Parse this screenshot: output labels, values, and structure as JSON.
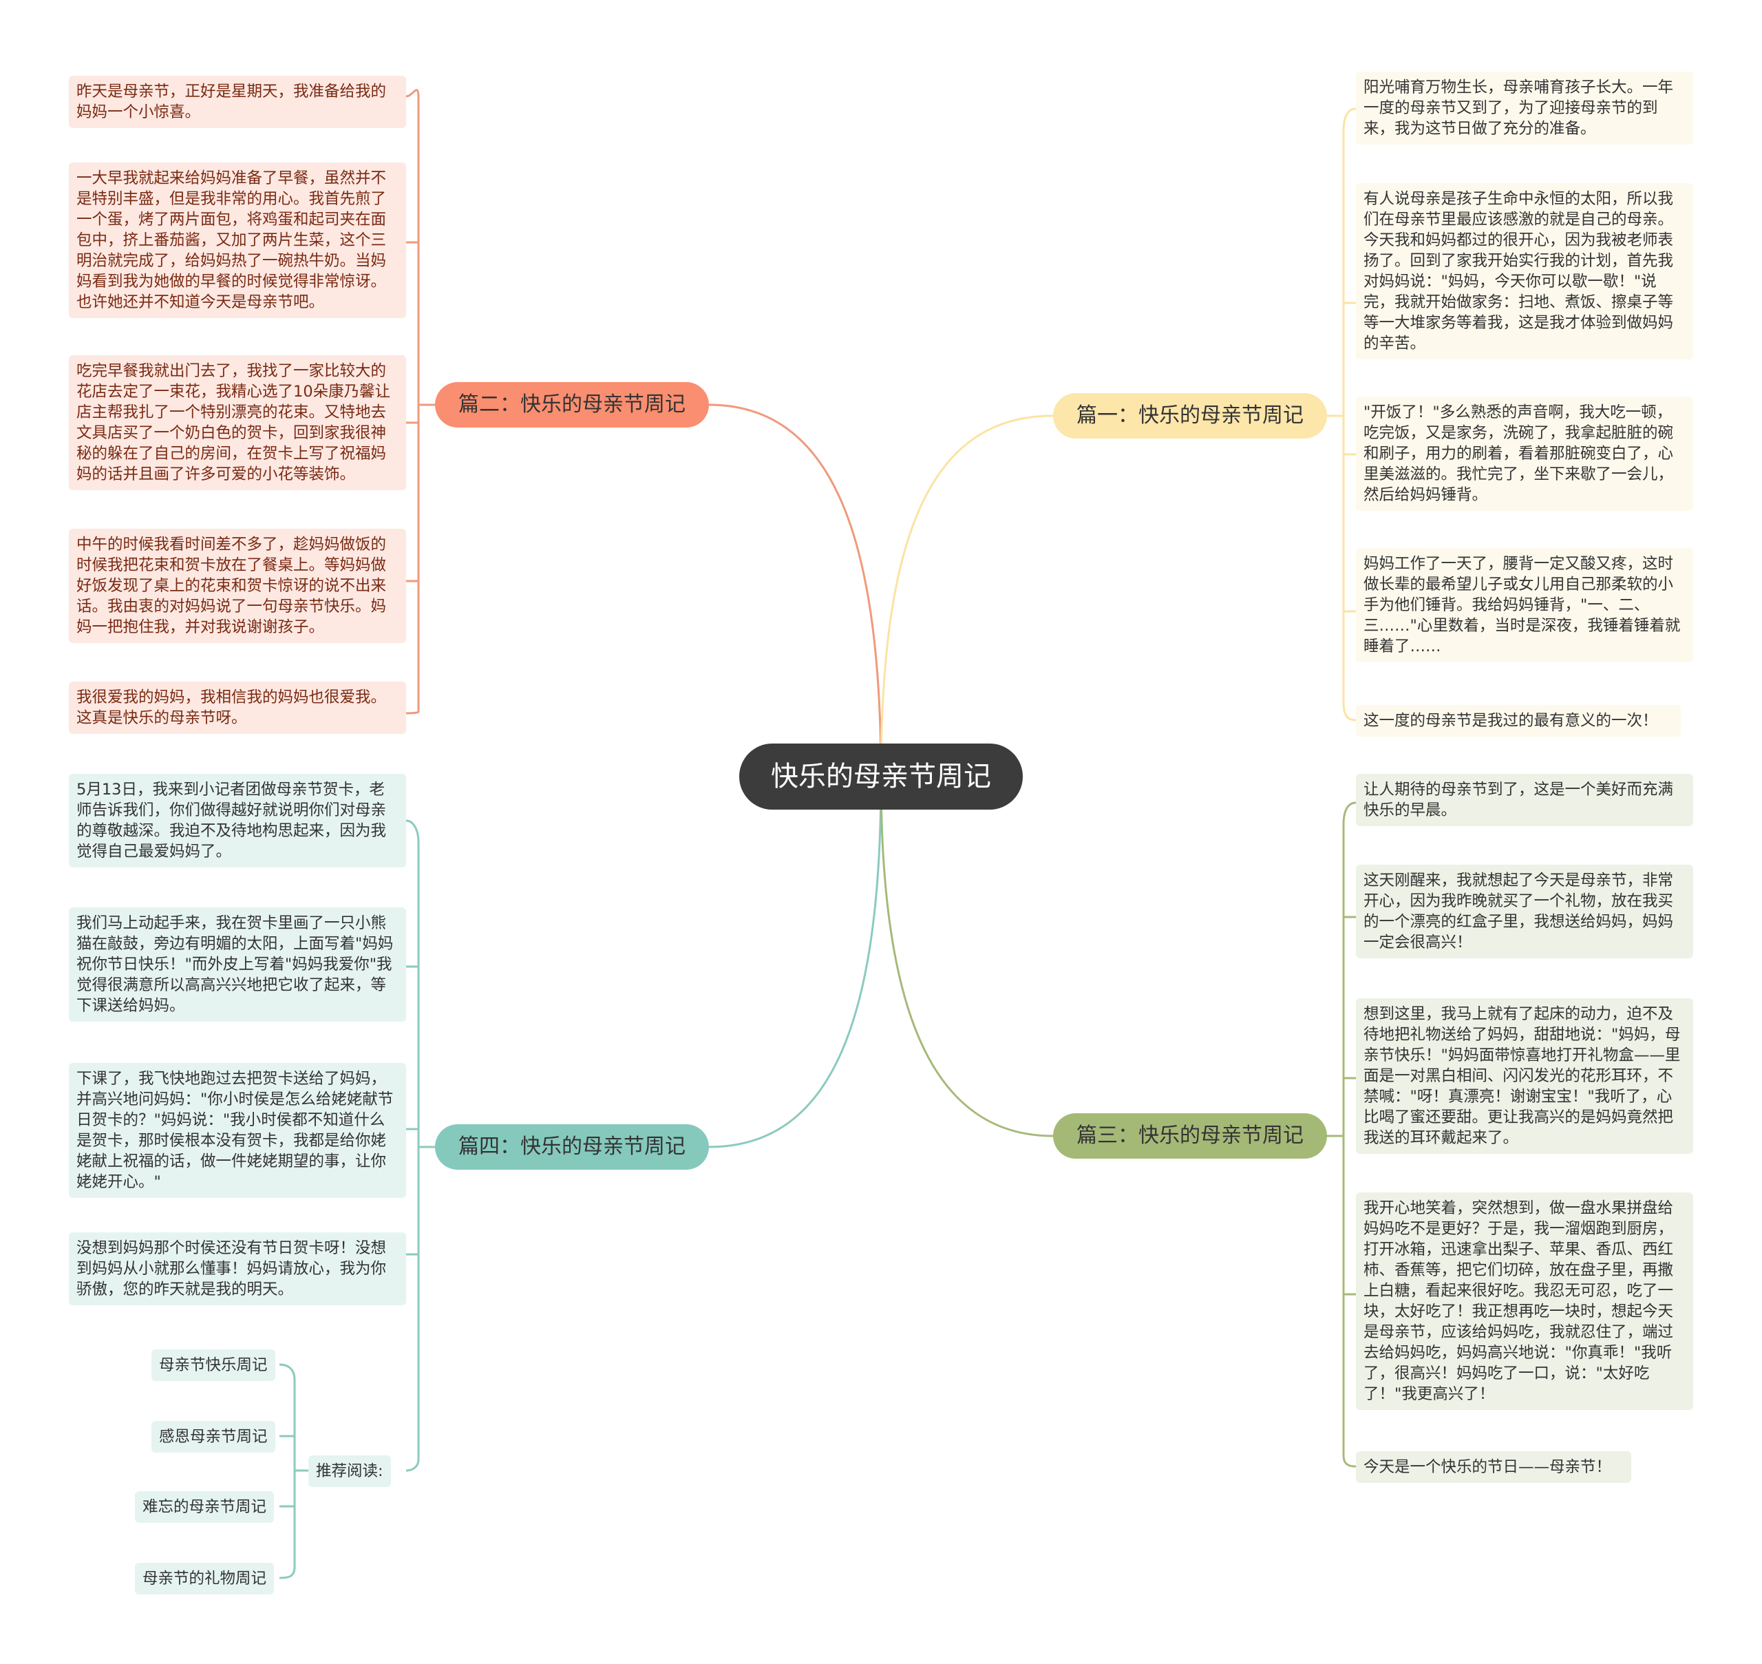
{
  "root": {
    "title": "快乐的母亲节周记"
  },
  "colors": {
    "branch1": "#fde6aa",
    "branch2": "#fa8e70",
    "branch3": "#a5b977",
    "branch4": "#85c9bd",
    "line1": "#fbe3a3",
    "line2": "#ef9a7c",
    "line3": "#a6b97a",
    "line4": "#8ccabe",
    "root": "#3c3c3c"
  },
  "branches": {
    "b1": {
      "label": "篇一：快乐的母亲节周记",
      "items": [
        "阳光哺育万物生长，母亲哺育孩子长大。一年一度的母亲节又到了，为了迎接母亲节的到来，我为这节日做了充分的准备。",
        "有人说母亲是孩子生命中永恒的太阳，所以我们在母亲节里最应该感激的就是自己的母亲。今天我和妈妈都过的很开心，因为我被老师表扬了。回到了家我开始实行我的计划，首先我对妈妈说：\"妈妈，今天你可以歇一歇！\"说完，我就开始做家务：扫地、煮饭、擦桌子等等一大堆家务等着我，这是我才体验到做妈妈的辛苦。",
        "\"开饭了！\"多么熟悉的声音啊，我大吃一顿，吃完饭，又是家务，洗碗了，我拿起脏脏的碗和刷子，用力的刷着，看着那脏碗变白了，心里美滋滋的。我忙完了，坐下来歇了一会儿，然后给妈妈锤背。",
        "妈妈工作了一天了，腰背一定又酸又疼，这时做长辈的最希望儿子或女儿用自己那柔软的小手为他们锤背。我给妈妈锤背，\"一、二、三……\"心里数着，当时是深夜，我锤着锤着就睡着了……",
        "这一度的母亲节是我过的最有意义的一次！"
      ]
    },
    "b2": {
      "label": "篇二：快乐的母亲节周记",
      "items": [
        "昨天是母亲节，正好是星期天，我准备给我的妈妈一个小惊喜。",
        "一大早我就起来给妈妈准备了早餐，虽然并不是特别丰盛，但是我非常的用心。我首先煎了一个蛋，烤了两片面包，将鸡蛋和起司夹在面包中，挤上番茄酱，又加了两片生菜，这个三明治就完成了，给妈妈热了一碗热牛奶。当妈妈看到我为她做的早餐的时候觉得非常惊讶。也许她还并不知道今天是母亲节吧。",
        "吃完早餐我就出门去了，我找了一家比较大的花店去定了一束花，我精心选了10朵康乃馨让店主帮我扎了一个特别漂亮的花束。又特地去文具店买了一个奶白色的贺卡，回到家我很神秘的躲在了自己的房间，在贺卡上写了祝福妈妈的话并且画了许多可爱的小花等装饰。",
        "中午的时候我看时间差不多了，趁妈妈做饭的时候我把花束和贺卡放在了餐桌上。等妈妈做好饭发现了桌上的花束和贺卡惊讶的说不出来话。我由衷的对妈妈说了一句母亲节快乐。妈妈一把抱住我，并对我说谢谢孩子。",
        "我很爱我的妈妈，我相信我的妈妈也很爱我。这真是快乐的母亲节呀。"
      ]
    },
    "b3": {
      "label": "篇三：快乐的母亲节周记",
      "items": [
        "让人期待的母亲节到了，这是一个美好而充满快乐的早晨。",
        "这天刚醒来，我就想起了今天是母亲节，非常开心，因为我昨晚就买了一个礼物，放在我买的一个漂亮的红盒子里，我想送给妈妈，妈妈一定会很高兴！",
        "想到这里，我马上就有了起床的动力，迫不及待地把礼物送给了妈妈，甜甜地说：\"妈妈，母亲节快乐！\"妈妈面带惊喜地打开礼物盒——里面是一对黑白相间、闪闪发光的花形耳环，不禁喊：\"呀！真漂亮！谢谢宝宝！\"我听了，心比喝了蜜还要甜。更让我高兴的是妈妈竟然把我送的耳环戴起来了。",
        "我开心地笑着，突然想到，做一盘水果拼盘给妈妈吃不是更好？于是，我一溜烟跑到厨房，打开冰箱，迅速拿出梨子、苹果、香瓜、西红柿、香蕉等，把它们切碎，放在盘子里，再撒上白糖，看起来很好吃。我忍无可忍，吃了一块，太好吃了！我正想再吃一块时，想起今天是母亲节，应该给妈妈吃，我就忍住了，端过去给妈妈吃，妈妈高兴地说：\"你真乖！\"我听了，很高兴！妈妈吃了一口，说：\"太好吃了！\"我更高兴了！",
        "今天是一个快乐的节日——母亲节！"
      ]
    },
    "b4": {
      "label": "篇四：快乐的母亲节周记",
      "items": [
        "5月13日，我来到小记者团做母亲节贺卡，老师告诉我们，你们做得越好就说明你们对母亲的尊敬越深。我迫不及待地构思起来，因为我觉得自己最爱妈妈了。",
        "我们马上动起手来，我在贺卡里画了一只小熊猫在敲鼓，旁边有明媚的太阳，上面写着\"妈妈祝你节日快乐！\"而外皮上写着\"妈妈我爱你\"我觉得很满意所以高高兴兴地把它收了起来，等下课送给妈妈。",
        "下课了，我飞快地跑过去把贺卡送给了妈妈，并高兴地问妈妈：\"你小时侯是怎么给姥姥献节日贺卡的？\"妈妈说：\"我小时侯都不知道什么是贺卡，那时侯根本没有贺卡，我都是给你姥姥献上祝福的话，做一件姥姥期望的事，让你姥姥开心。\"",
        "没想到妈妈那个时侯还没有节日贺卡呀！没想到妈妈从小就那么懂事！妈妈请放心，我为你骄傲，您的昨天就是我的明天。"
      ],
      "recommend": {
        "label": "推荐阅读:",
        "items": [
          "母亲节快乐周记",
          "感恩母亲节周记",
          "难忘的母亲节周记",
          "母亲节的礼物周记"
        ]
      }
    }
  }
}
